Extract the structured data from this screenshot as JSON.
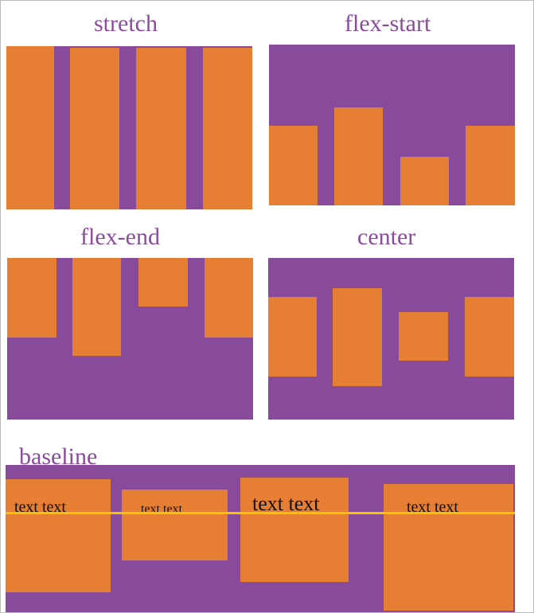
{
  "colors": {
    "container": "#884a9b",
    "item": "#e67f33",
    "title": "#8a4c9c",
    "baseline_line": "#f5c400"
  },
  "panels": {
    "stretch": {
      "title": "stretch"
    },
    "flex_start": {
      "title": "flex-start"
    },
    "flex_end": {
      "title": "flex-end"
    },
    "center": {
      "title": "center"
    },
    "baseline": {
      "title": "baseline",
      "items": [
        "text text",
        "text text",
        "text text",
        "text text"
      ]
    }
  }
}
